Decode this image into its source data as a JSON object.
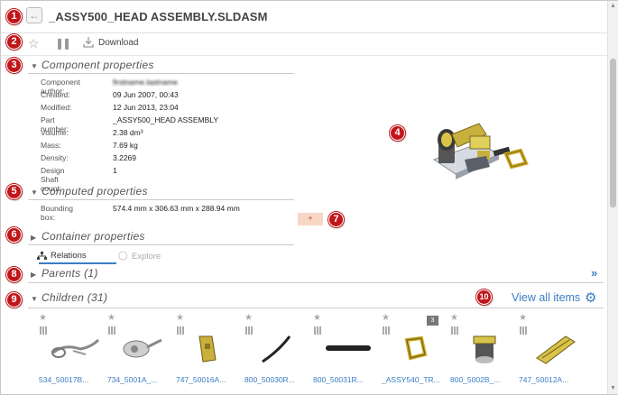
{
  "header": {
    "title": "_ASSY500_HEAD ASSEMBLY.SLDASM",
    "back_icon": "arrow-left-icon"
  },
  "toolbar": {
    "download_label": "Download",
    "favorite_icon": "star-icon",
    "columns_icon": "columns-icon",
    "download_icon": "download-icon"
  },
  "component_properties": {
    "heading": "Component properties",
    "rows": [
      {
        "key": "Component author:",
        "value": "firstname.lastname"
      },
      {
        "key": "Created:",
        "value": "09 Jun 2007, 00:43"
      },
      {
        "key": "Modified:",
        "value": "12 Jun 2013, 23:04"
      },
      {
        "key": "Part number:",
        "value": "_ASSY500_HEAD ASSEMBLY"
      },
      {
        "key": "Volume:",
        "value": "2.38 dm³"
      },
      {
        "key": "Mass:",
        "value": "7.69 kg"
      },
      {
        "key": "Density:",
        "value": "3.2269"
      },
      {
        "key": "Design Shaft count:",
        "value": "1"
      }
    ]
  },
  "computed_properties": {
    "heading": "Computed properties",
    "rows": [
      {
        "key": "Bounding box:",
        "value": "574.4 mm x 306.63 mm x 288.94 mm"
      }
    ]
  },
  "container_properties": {
    "heading": "Container properties"
  },
  "plus_button_label": "+",
  "tabs": [
    {
      "label": "Relations",
      "active": true
    },
    {
      "label": "Explore",
      "active": false
    }
  ],
  "parents": {
    "heading": "Parents (1)"
  },
  "children": {
    "heading": "Children (31)",
    "view_all_label": "View all items",
    "items": [
      {
        "name": "534_50017B..."
      },
      {
        "name": "734_5001A_..."
      },
      {
        "name": "747_50016A..."
      },
      {
        "name": "800_50030R..."
      },
      {
        "name": "800_50031R..."
      },
      {
        "name": "_ASSY540_TR...",
        "badge": "3"
      },
      {
        "name": "800_5002B_..."
      },
      {
        "name": "747_50012A..."
      }
    ]
  },
  "markers": [
    "1",
    "2",
    "3",
    "4",
    "5",
    "6",
    "7",
    "8",
    "9",
    "10"
  ],
  "colors": {
    "accent": "#3a7dc4",
    "marker": "#c0161a"
  }
}
